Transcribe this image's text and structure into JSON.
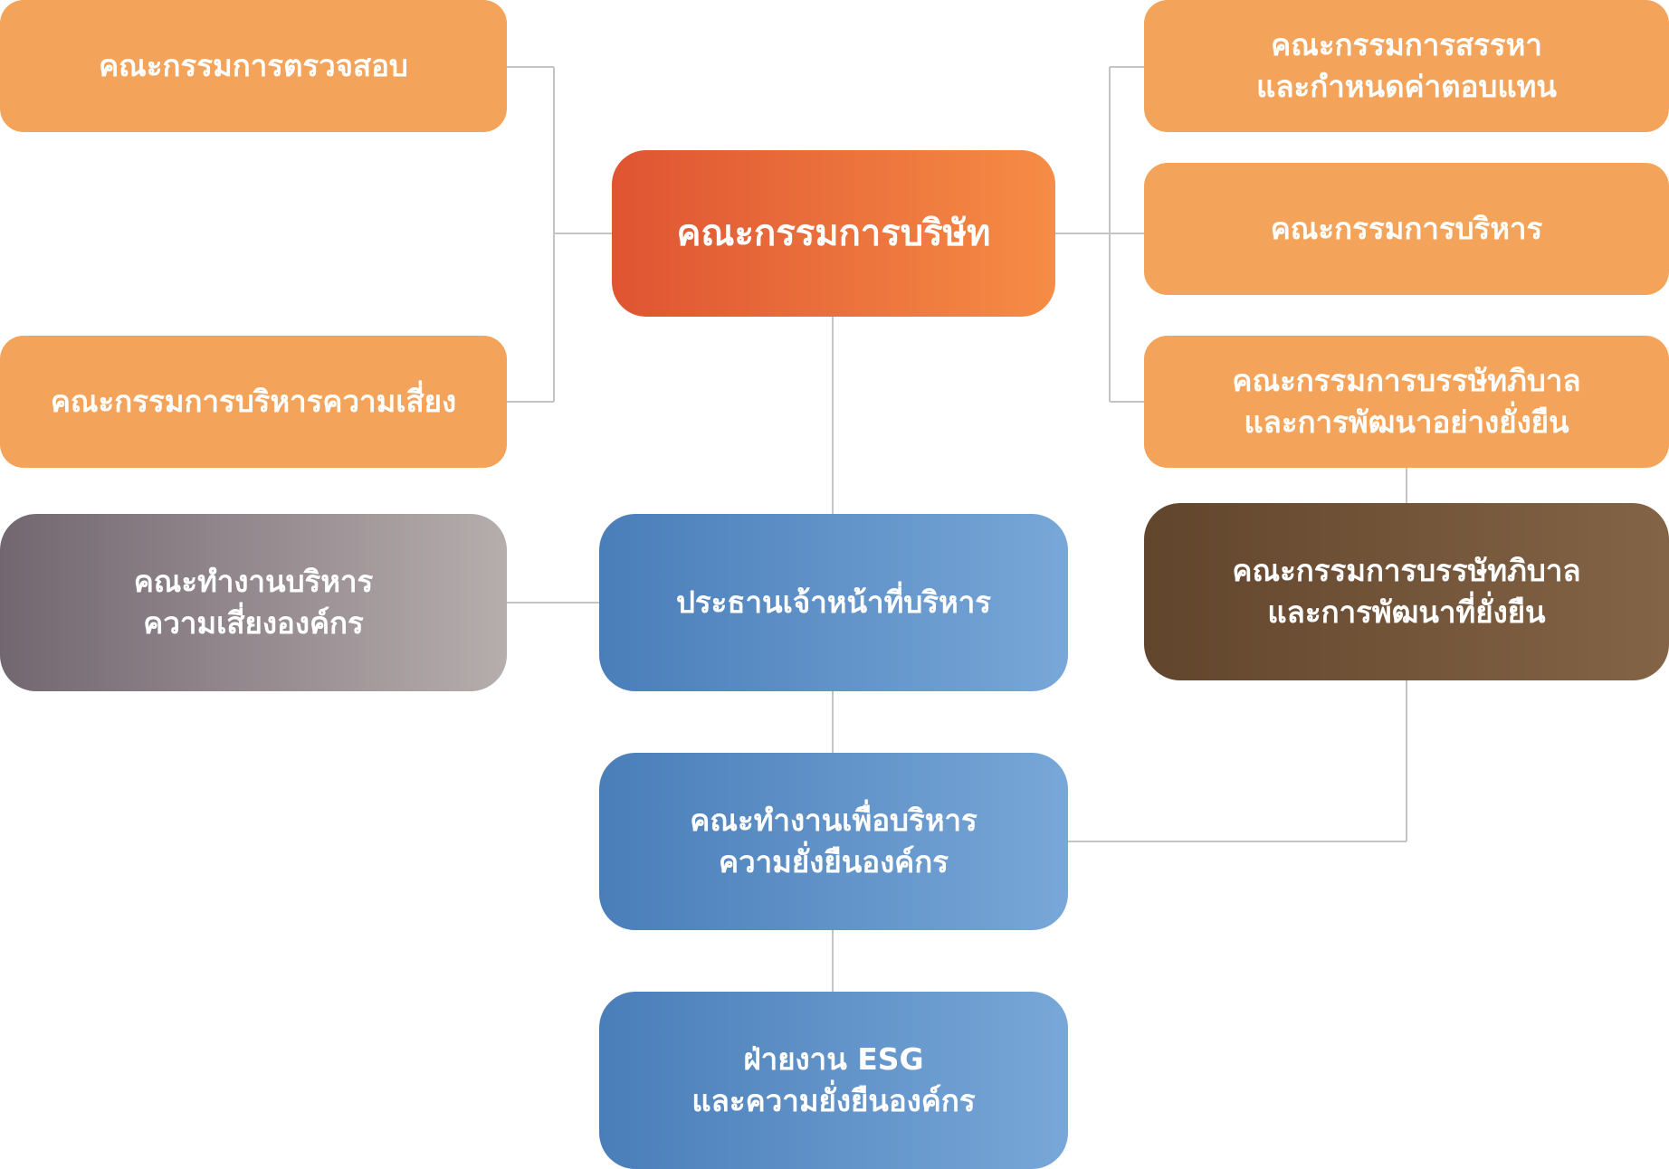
{
  "colors": {
    "connector": "#c4c4c4",
    "committee_orange": "#f3a45a",
    "board_gradient": [
      "#df5432",
      "#f68c45"
    ],
    "management_blue_gradient": [
      "#4a7eb9",
      "#78a7d8"
    ],
    "risk_working_group_gray_gradient": [
      "#726770",
      "#b6adad"
    ],
    "cg_sd_brown_gradient": [
      "#61452c",
      "#846446"
    ],
    "text": "#ffffff"
  },
  "nodes": {
    "board": {
      "lines": [
        "คณะกรรมการบริษัท"
      ]
    },
    "audit_committee": {
      "lines": [
        "คณะกรรมการตรวจสอบ"
      ]
    },
    "risk_committee": {
      "lines": [
        "คณะกรรมการบริหารความเสี่ยง"
      ]
    },
    "nomination_committee": {
      "lines": [
        "คณะกรรมการสรรหา",
        "และกำหนดค่าตอบแทน"
      ]
    },
    "executive_committee": {
      "lines": [
        "คณะกรรมการบริหาร"
      ]
    },
    "cg_sd_committee": {
      "lines": [
        "คณะกรรมการบรรษัทภิบาล",
        "และการพัฒนาอย่างยั่งยืน"
      ]
    },
    "cg_sd_committee_2": {
      "lines": [
        "คณะกรรมการบรรษัทภิบาล",
        "และการพัฒนาที่ยั่งยืน"
      ]
    },
    "risk_working_group": {
      "lines": [
        "คณะทำงานบริหาร",
        "ความเสี่ยงองค์กร"
      ]
    },
    "ceo": {
      "lines": [
        "ประธานเจ้าหน้าที่บริหาร"
      ]
    },
    "sustainability_working_group": {
      "lines": [
        "คณะทำงานเพื่อบริหาร",
        "ความยั่งยืนองค์กร"
      ]
    },
    "esg_department": {
      "lines": [
        "ฝ่ายงาน ESG",
        "และความยั่งยืนองค์กร"
      ]
    }
  }
}
